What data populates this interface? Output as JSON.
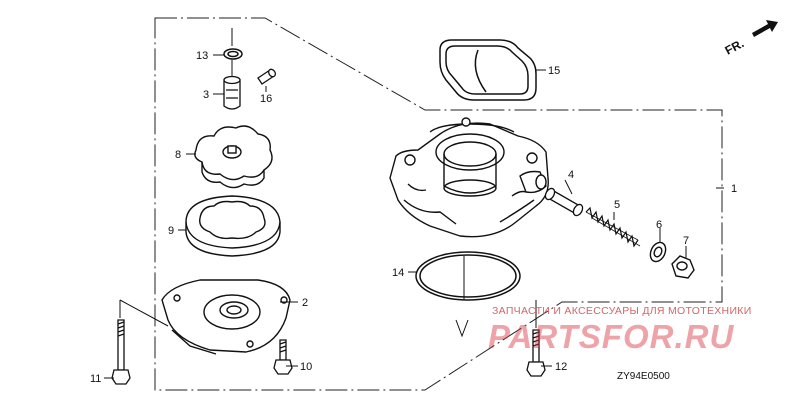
{
  "diagram": {
    "code": "ZY94E0500",
    "direction_label": "FR.",
    "watermark": {
      "tagline": "ЗАПЧАСТИ И АКСЕССУАРЫ ДЛЯ МОТОТЕХНИКИ",
      "brand": "PARTSFOR.RU"
    },
    "parts": [
      {
        "key": "p1",
        "label": "1"
      },
      {
        "key": "p2",
        "label": "2"
      },
      {
        "key": "p3",
        "label": "3"
      },
      {
        "key": "p4",
        "label": "4"
      },
      {
        "key": "p5",
        "label": "5"
      },
      {
        "key": "p6",
        "label": "6"
      },
      {
        "key": "p7",
        "label": "7"
      },
      {
        "key": "p8",
        "label": "8"
      },
      {
        "key": "p9",
        "label": "9"
      },
      {
        "key": "p10",
        "label": "10"
      },
      {
        "key": "p11",
        "label": "11"
      },
      {
        "key": "p12",
        "label": "12"
      },
      {
        "key": "p13",
        "label": "13"
      },
      {
        "key": "p14",
        "label": "14"
      },
      {
        "key": "p15",
        "label": "15"
      },
      {
        "key": "p16",
        "label": "16"
      }
    ]
  }
}
